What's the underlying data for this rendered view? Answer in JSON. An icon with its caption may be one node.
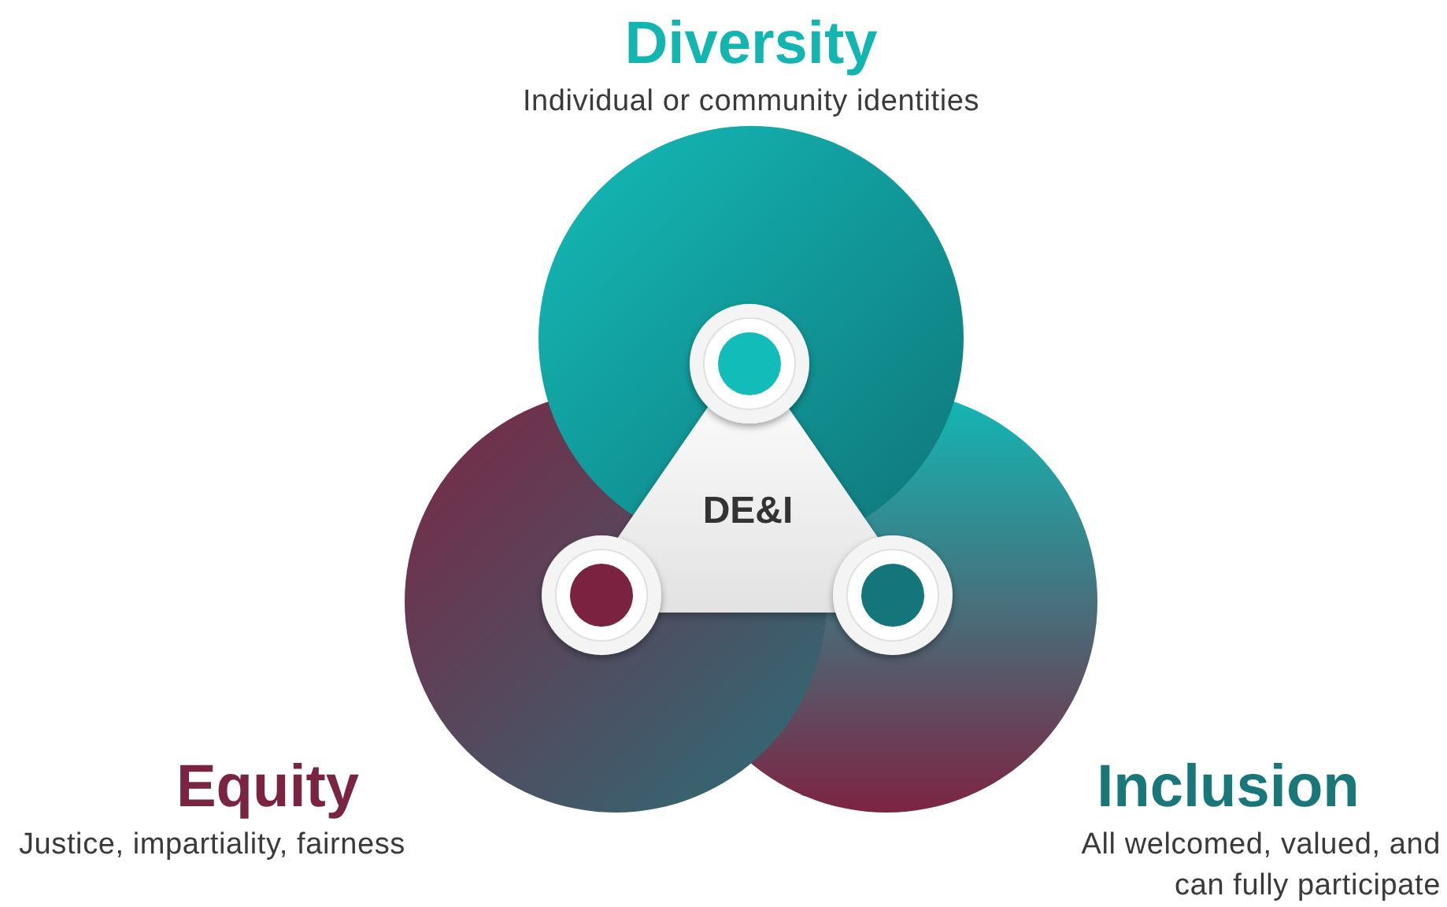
{
  "diagram": {
    "nodes": [
      {
        "text": [
          "Inclusion",
          "All welcomed, valued, and can fully participate"
        ]
      },
      {
        "text": [
          "Equity",
          "Justice, impartiality, fairness"
        ]
      },
      {
        "text": [
          "Diversity",
          "Individual or community identities"
        ]
      },
      {
        "text": [
          "DE&I"
        ]
      }
    ],
    "edges": []
  }
}
